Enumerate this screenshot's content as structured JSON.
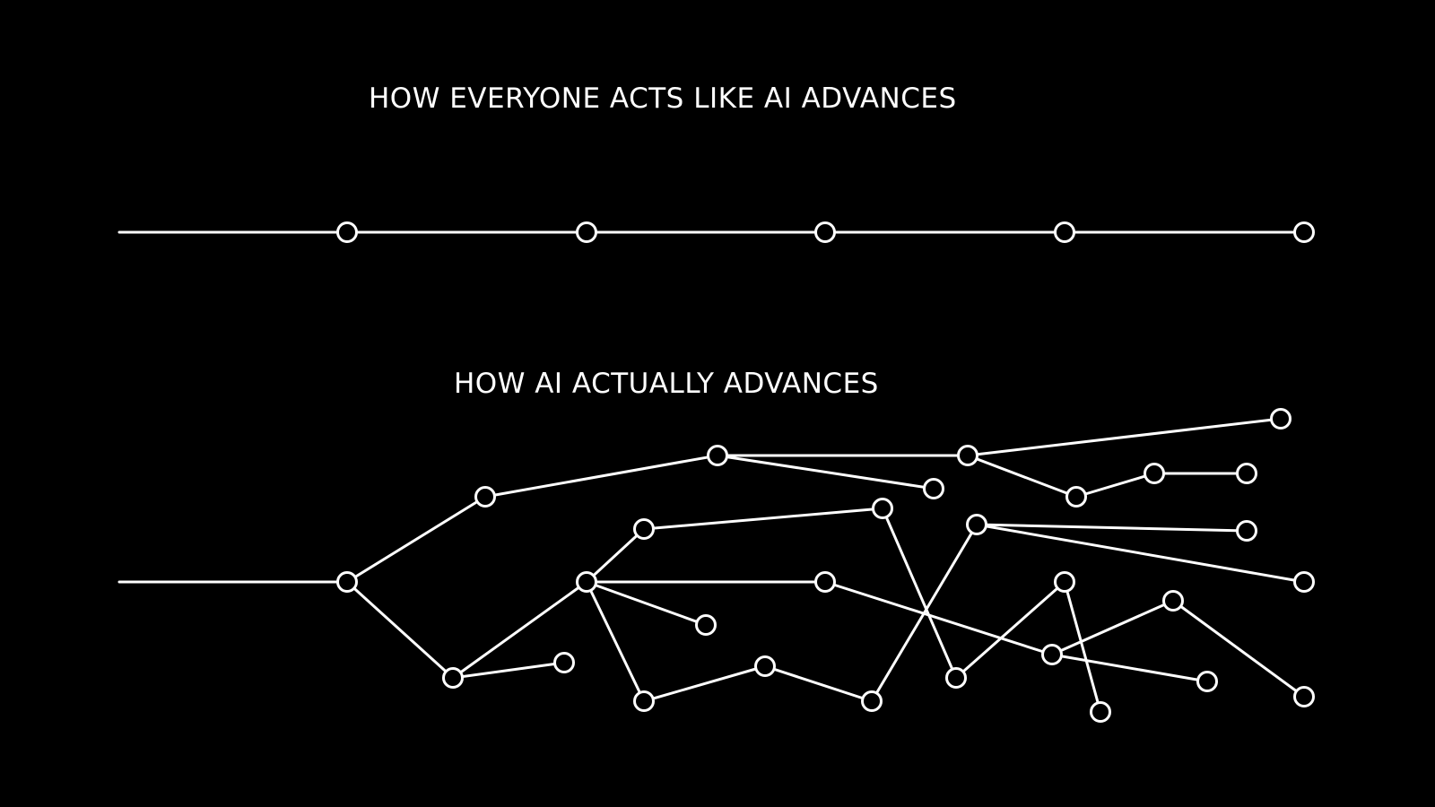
{
  "titles": {
    "top": "HOW EVERYONE ACTS LIKE AI ADVANCES",
    "bottom": "HOW AI ACTUALLY ADVANCES"
  },
  "colors": {
    "background": "#000000",
    "foreground": "#ffffff"
  },
  "diagrams": {
    "linear": {
      "nodes": [
        "n1",
        "n2",
        "n3",
        "n4",
        "n5"
      ],
      "edges": [
        [
          "start",
          "n1"
        ],
        [
          "n1",
          "n2"
        ],
        [
          "n2",
          "n3"
        ],
        [
          "n3",
          "n4"
        ],
        [
          "n4",
          "n5"
        ]
      ]
    },
    "branching": {
      "nodes": [
        "A",
        "B",
        "C",
        "D",
        "E",
        "F",
        "G",
        "H",
        "I",
        "J",
        "K",
        "L",
        "M",
        "N",
        "O",
        "P",
        "Q",
        "R",
        "S",
        "T",
        "U",
        "V",
        "W",
        "X",
        "Y",
        "Z",
        "AA"
      ],
      "edges": [
        [
          "start",
          "A"
        ],
        [
          "A",
          "B"
        ],
        [
          "A",
          "C"
        ],
        [
          "B",
          "D"
        ],
        [
          "D",
          "E"
        ],
        [
          "D",
          "F"
        ],
        [
          "F",
          "G"
        ],
        [
          "F",
          "H"
        ],
        [
          "H",
          "I"
        ],
        [
          "C",
          "J"
        ],
        [
          "C",
          "K"
        ],
        [
          "K",
          "L"
        ],
        [
          "K",
          "M"
        ],
        [
          "K",
          "N"
        ],
        [
          "K",
          "O"
        ],
        [
          "L",
          "P"
        ],
        [
          "P",
          "Q"
        ],
        [
          "M",
          "R"
        ],
        [
          "R",
          "S"
        ],
        [
          "S",
          "T"
        ],
        [
          "T",
          "U"
        ],
        [
          "T",
          "V"
        ],
        [
          "N",
          "W"
        ],
        [
          "W",
          "X"
        ],
        [
          "W",
          "Y"
        ],
        [
          "Y",
          "Z"
        ],
        [
          "Z",
          "AA"
        ]
      ]
    }
  }
}
